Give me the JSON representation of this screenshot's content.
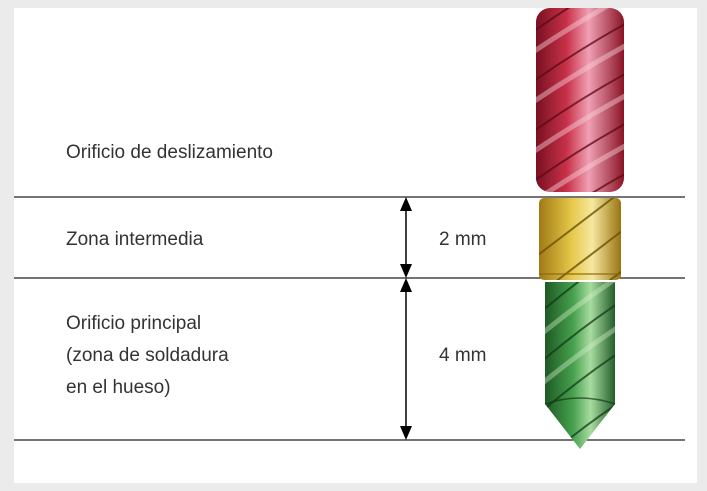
{
  "zones": {
    "slip_hole": {
      "label": "Orificio de deslizamiento"
    },
    "intermediate": {
      "label": "Zona intermedia",
      "measure": "2 mm"
    },
    "main_hole": {
      "label_lines": [
        "Orificio principal",
        "(zona de soldadura",
        "en el hueso)"
      ],
      "measure": "4 mm"
    }
  },
  "colors": {
    "background": "#ebebeb",
    "panel": "#ffffff",
    "slip_hole_drill": "#c8324a",
    "intermediate_drill": "#e6c84a",
    "main_hole_drill": "#46a04e"
  },
  "icons": [
    "drill-bit-icon",
    "double-arrow-icon"
  ]
}
